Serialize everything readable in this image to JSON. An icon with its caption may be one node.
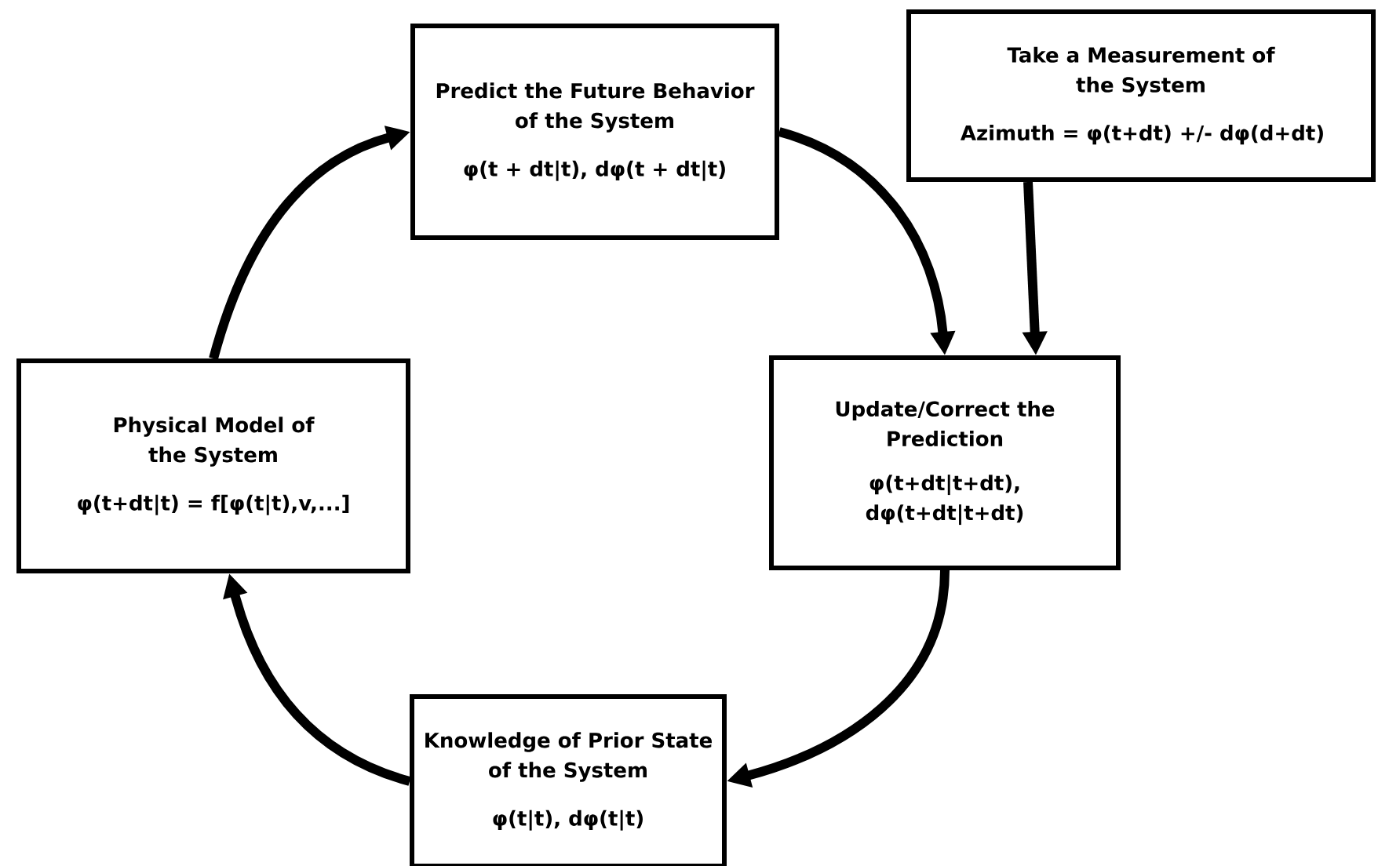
{
  "diagram": {
    "nodes": [
      {
        "text": [
          "Predict the Future Behavior of the System",
          "φ(t + dt|t), dφ(t + dt|t)"
        ]
      },
      {
        "text": [
          "Take a Measurement of the System",
          "Azimuth = φ(t+dt) +/- dφ(d+dt)"
        ]
      },
      {
        "text": [
          "Update/Correct the Prediction",
          "φ(t+dt|t+dt), dφ(t+dt|t+dt)"
        ]
      },
      {
        "text": [
          "Knowledge of Prior State of the System",
          "φ(t|t), dφ(t|t)"
        ]
      },
      {
        "text": [
          "Physical Model of the System",
          "φ(t+dt|t) = f[φ(t|t),v,...]"
        ]
      }
    ],
    "edges": [
      {
        "from": 0,
        "to": 2,
        "arrow": "to"
      },
      {
        "from": 1,
        "to": 2,
        "arrow": "to"
      },
      {
        "from": 2,
        "to": 3,
        "arrow": "to"
      },
      {
        "from": 3,
        "to": 4,
        "arrow": "to"
      },
      {
        "from": 4,
        "to": 0,
        "arrow": "to"
      }
    ]
  }
}
